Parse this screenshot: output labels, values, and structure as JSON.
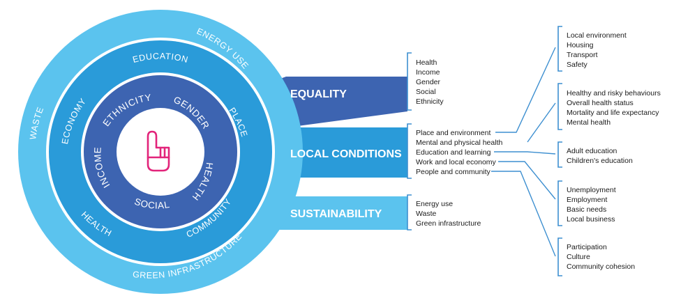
{
  "colors": {
    "outer_ring": "#5bc3ee",
    "middle_ring": "#2a9bd9",
    "inner_ring": "#3d64b1",
    "equality": "#3d64b1",
    "local_conditions": "#2a9bd9",
    "sustainability": "#5bc3ee",
    "connector": "#3d8fd0",
    "icon_pink": "#e2247a"
  },
  "icon": "raised-finger-hand-icon",
  "rings": {
    "outer": [
      "ENERGY USE",
      "WASTE",
      "GREEN INFRASTRUCTURE"
    ],
    "middle": [
      "EDUCATION",
      "PLACE",
      "ECONOMY",
      "HEALTH",
      "COMMUNITY"
    ],
    "inner": [
      "ETHNICITY",
      "GENDER",
      "HEALTH",
      "SOCIAL",
      "INCOME"
    ]
  },
  "bands": {
    "equality": "EQUALITY",
    "local_conditions": "LOCAL CONDITIONS",
    "sustainability": "SUSTAINABILITY"
  },
  "lists": {
    "equality": [
      "Health",
      "Income",
      "Gender",
      "Social",
      "Ethnicity"
    ],
    "local_conditions": [
      "Place and environment",
      "Mental and physical health",
      "Education and learning",
      "Work and local economy",
      "People and community"
    ],
    "sustainability": [
      "Energy use",
      "Waste",
      "Green infrastructure"
    ]
  },
  "detail_groups": [
    [
      "Local environment",
      "Housing",
      "Transport",
      "Safety"
    ],
    [
      "Healthy and risky behaviours",
      "Overall health status",
      "Mortality and life expectancy",
      "Mental health"
    ],
    [
      "Adult education",
      "Children's education"
    ],
    [
      "Unemployment",
      "Employment",
      "Basic needs",
      "Local business"
    ],
    [
      "Participation",
      "Culture",
      "Community cohesion"
    ]
  ]
}
